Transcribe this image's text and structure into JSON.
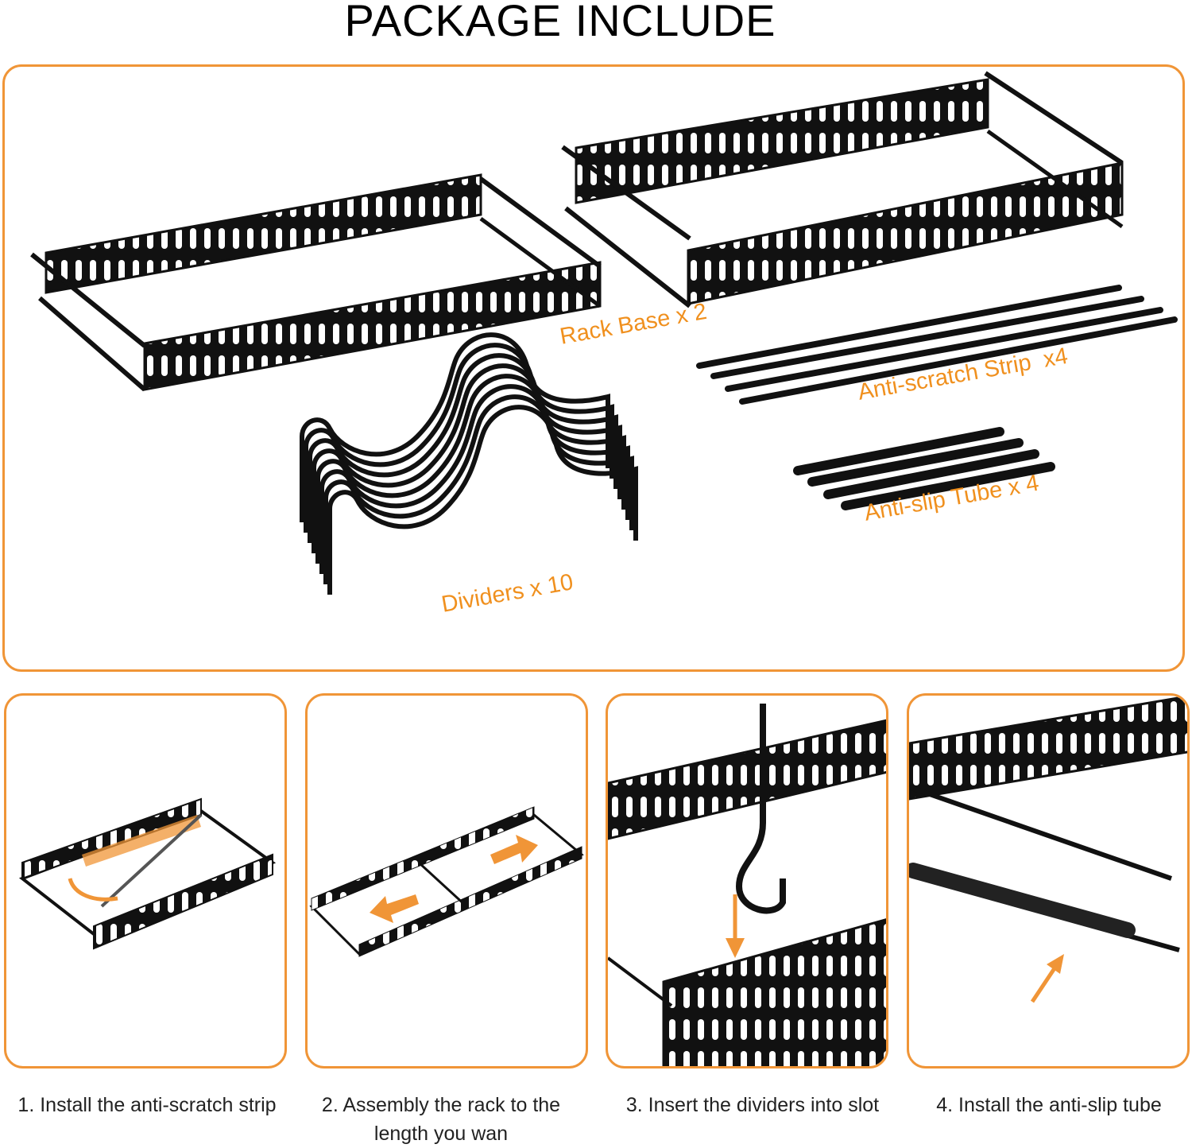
{
  "title": "PACKAGE INCLUDE",
  "package": {
    "rack_base": "Rack Base x 2",
    "anti_scratch": "Anti-scratch Strip  x4",
    "anti_slip": "Anti-slip Tube x 4",
    "dividers": "Dividers x 10"
  },
  "steps": [
    {
      "caption": "1. Install the anti-scratch strip"
    },
    {
      "caption": "2. Assembly the rack to the length you wan"
    },
    {
      "caption": "3. Insert the dividers into slot"
    },
    {
      "caption": "4. Install the anti-slip tube"
    }
  ],
  "colors": {
    "accent": "#f09537",
    "label": "#f0901e",
    "metal": "#111111"
  }
}
